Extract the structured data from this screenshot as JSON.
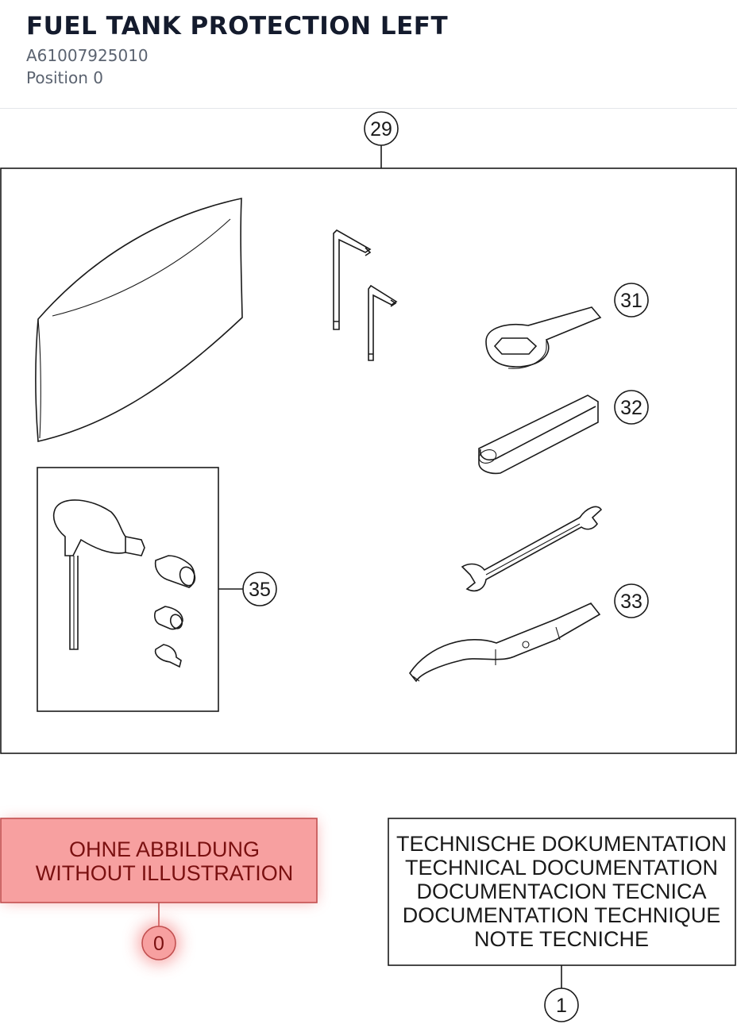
{
  "header": {
    "title": "FUEL TANK PROTECTION LEFT",
    "part_number": "A61007925010",
    "position": "Position 0"
  },
  "diagram": {
    "callouts": {
      "c29": "29",
      "c31": "31",
      "c32": "32",
      "c33": "33",
      "c35": "35",
      "c0": "0",
      "c1": "1"
    },
    "without_illustration_box": {
      "lines": [
        "OHNE ABBILDUNG",
        "WITHOUT ILLUSTRATION"
      ],
      "highlighted": true,
      "highlight_color": "#f08080"
    },
    "documentation_box": {
      "lines": [
        "TECHNISCHE DOKUMENTATION",
        "TECHNICAL DOCUMENTATION",
        "DOCUMENTACION TECNICA",
        "DOCUMENTATION TECHNIQUE",
        "NOTE TECNICHE"
      ]
    }
  }
}
